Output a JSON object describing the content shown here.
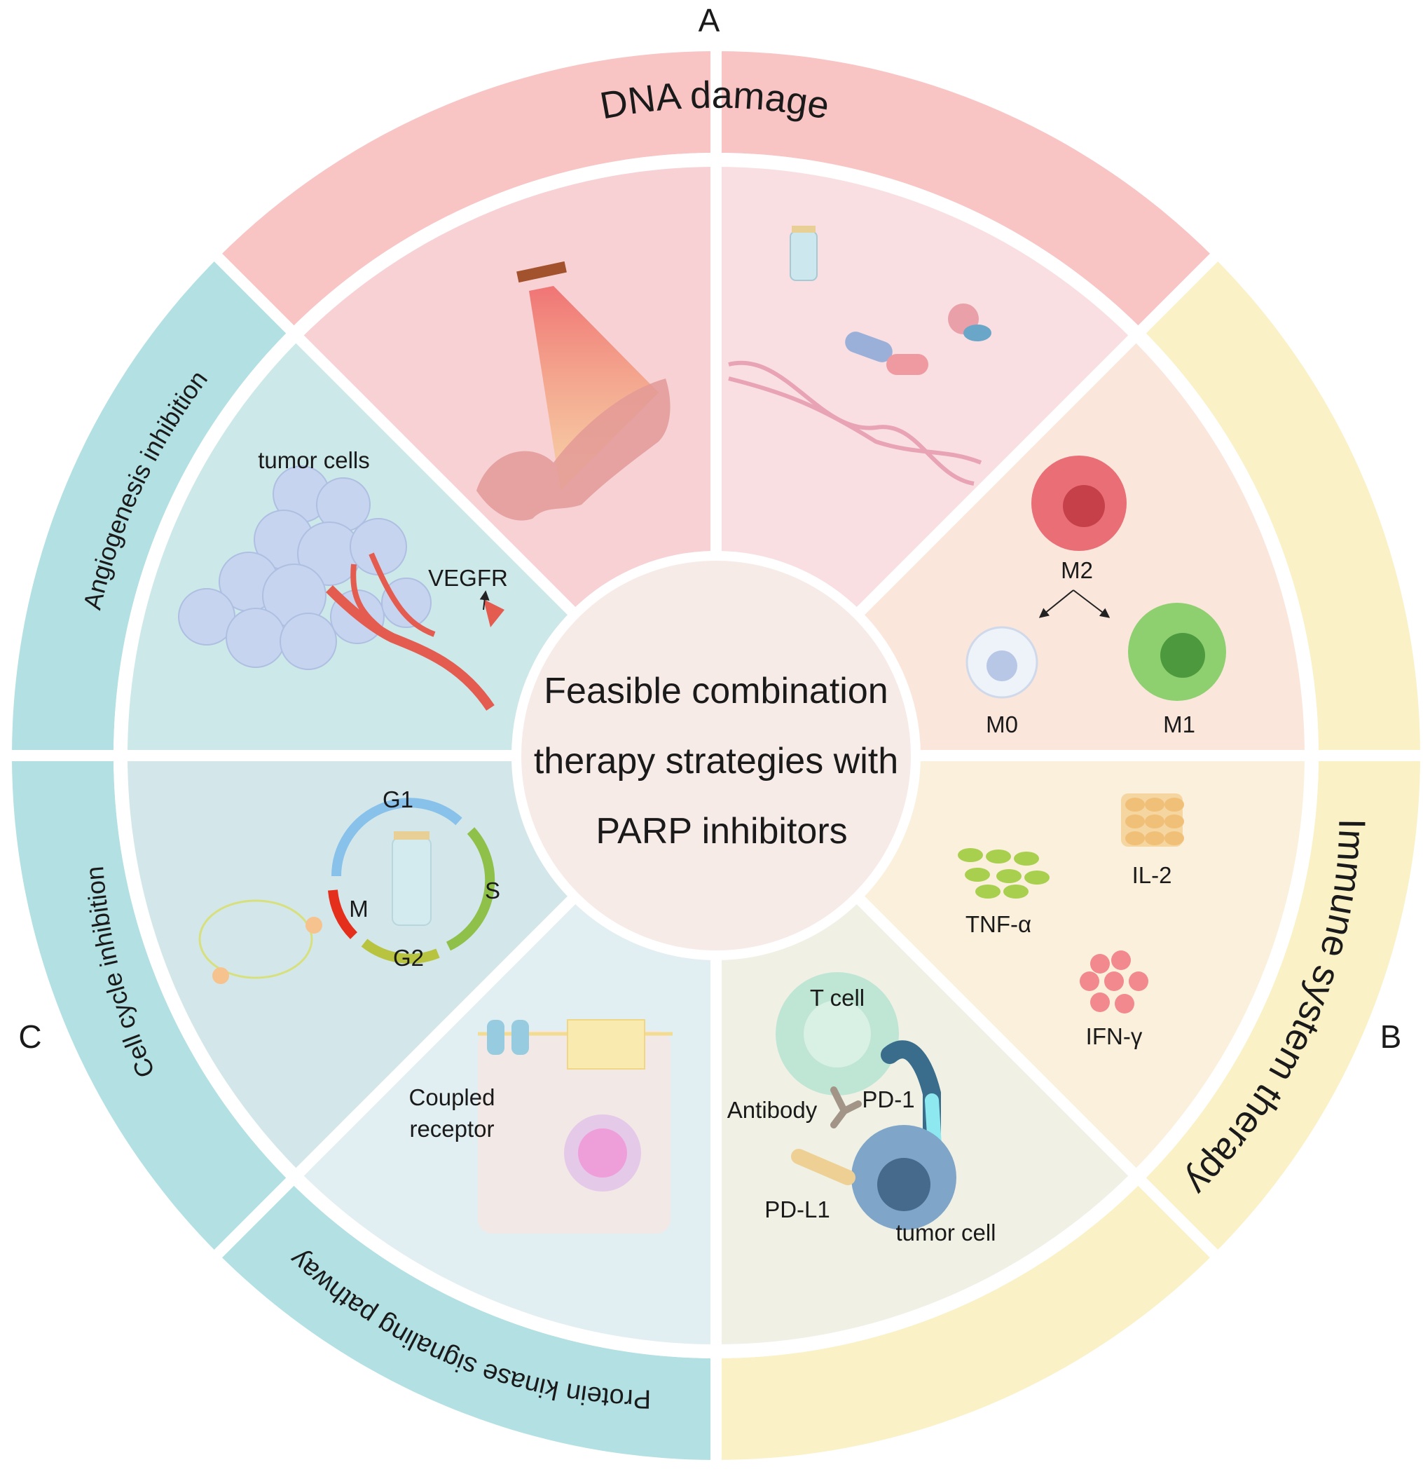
{
  "panel_letters": {
    "a": "A",
    "b": "B",
    "c": "C"
  },
  "outer_ring": {
    "dna_damage": "DNA damage",
    "immune_system_therapy": "Immune system therapy",
    "protein_kinase": "Protein kinase signaling pathway",
    "cell_cycle": "Cell cycle inhibition",
    "angiogenesis": "Angiogenesis inhibition"
  },
  "center": {
    "line1": "Feasible combination",
    "line2": "therapy strategies with",
    "line3": "PARP inhibitors"
  },
  "angiogenesis_panel": {
    "tumor_cells": "tumor cells",
    "vegfr": "VEGFR"
  },
  "macrophage_panel": {
    "m2": "M2",
    "m0": "M0",
    "m1": "M1"
  },
  "cytokine_panel": {
    "tnf": "TNF-α",
    "il2": "IL-2",
    "ifn": "IFN-γ"
  },
  "checkpoint_panel": {
    "t_cell": "T cell",
    "pd1": "PD-1",
    "antibody": "Antibody",
    "pdl1": "PD-L1",
    "tumor_cell": "tumor cell"
  },
  "kinase_panel": {
    "line1": "Coupled",
    "line2": "receptor"
  },
  "cell_cycle_panel": {
    "g1": "G1",
    "s": "S",
    "g2": "G2",
    "m": "M"
  },
  "colors": {
    "dna_ring": "#f9c4c4",
    "immune_ring": "#faf1c7",
    "kinase_ring": "#b2e0e3",
    "center_fill": "#f7ebe8"
  }
}
